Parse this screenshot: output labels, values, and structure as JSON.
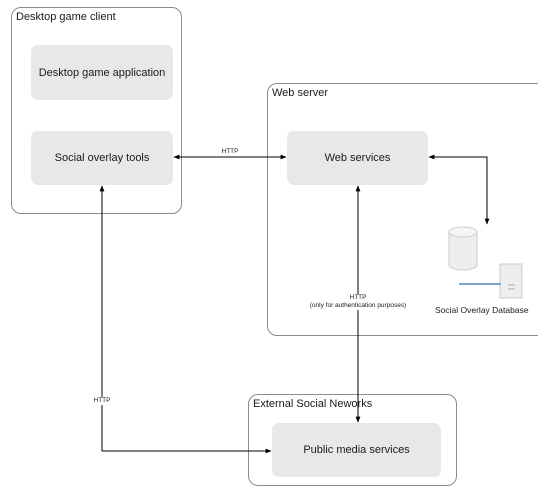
{
  "containers": {
    "desktop_client": {
      "title": "Desktop game client"
    },
    "web_server": {
      "title": "Web server"
    },
    "social_networks": {
      "title": "External Social Neworks"
    }
  },
  "nodes": {
    "desktop_app": "Desktop game application",
    "overlay_tools": "Social overlay tools",
    "web_services": "Web services",
    "public_media": "Public media services"
  },
  "database": {
    "label": "Social Overlay Database"
  },
  "edges": {
    "overlay_to_web": "HTTP",
    "web_to_media_line1": "HTTP",
    "web_to_media_line2": "(only for authentication purposes)",
    "overlay_to_media": "HTTP"
  },
  "colors": {
    "node_fill": "#e6e8ea",
    "container_border": "#8c8c8c",
    "db_fill": "#eceef0",
    "db_accent": "#2e74b5"
  }
}
